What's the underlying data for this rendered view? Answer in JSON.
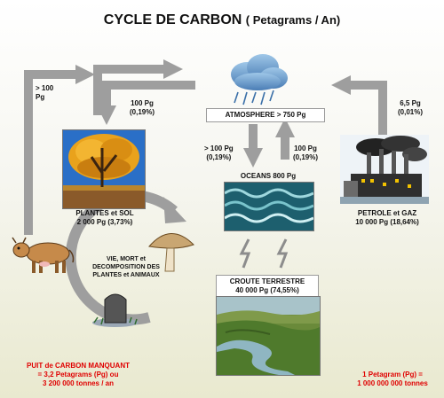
{
  "title": {
    "main": "CYCLE DE CARBON",
    "sub": "( Petagrams / An)"
  },
  "colors": {
    "arrow": "#9e9e9e",
    "arrow_dark": "#8c8c8c",
    "footnote": "#e00000",
    "box_border": "#9a9a9a"
  },
  "icons": [
    "cloud-icon",
    "tree-icon",
    "ocean-waves-icon",
    "factory-icon",
    "landscape-icon",
    "cow-icon",
    "mushroom-icon",
    "tombstone-icon",
    "lightning-icon"
  ],
  "nodes": {
    "atmosphere": {
      "label": "ATMOSPHERE > 750 Pg"
    },
    "plants": {
      "name": "PLANTES et SOL",
      "value": "2 000 Pg (3,73%)"
    },
    "oceans": {
      "label": "OCEANS 800 Pg"
    },
    "petrol": {
      "name": "PETROLE et GAZ",
      "value": "10 000 Pg (18,64%)"
    },
    "crust": {
      "name": "CROUTE TERRESTRE",
      "value": "40 000 Pg (74,55%)"
    }
  },
  "flows": {
    "plants_to_atm": {
      "line1": "> 100",
      "line2": "Pg"
    },
    "atm_to_plants": {
      "line1": "100 Pg",
      "line2": "(0,19%)"
    },
    "atm_to_ocean": {
      "line1": "> 100 Pg",
      "line2": "(0,19%)"
    },
    "ocean_to_atm": {
      "line1": "100 Pg",
      "line2": "(0,19%)"
    },
    "petrol_to_atm": {
      "line1": "6,5 Pg",
      "line2": "(0,01%)"
    }
  },
  "decomposition": {
    "line1": "VIE, MORT et",
    "line2": "DECOMPOSITION DES",
    "line3": "PLANTES et ANIMAUX"
  },
  "footnotes": {
    "missing_sink": {
      "line1": "PUIT de CARBON MANQUANT",
      "line2": "= 3,2 Petagrams (Pg) ou",
      "line3": "3 200 000  tonnes / an"
    },
    "unit": {
      "line1": "1 Petagram (Pg) =",
      "line2": "1 000 000 000 tonnes"
    }
  }
}
